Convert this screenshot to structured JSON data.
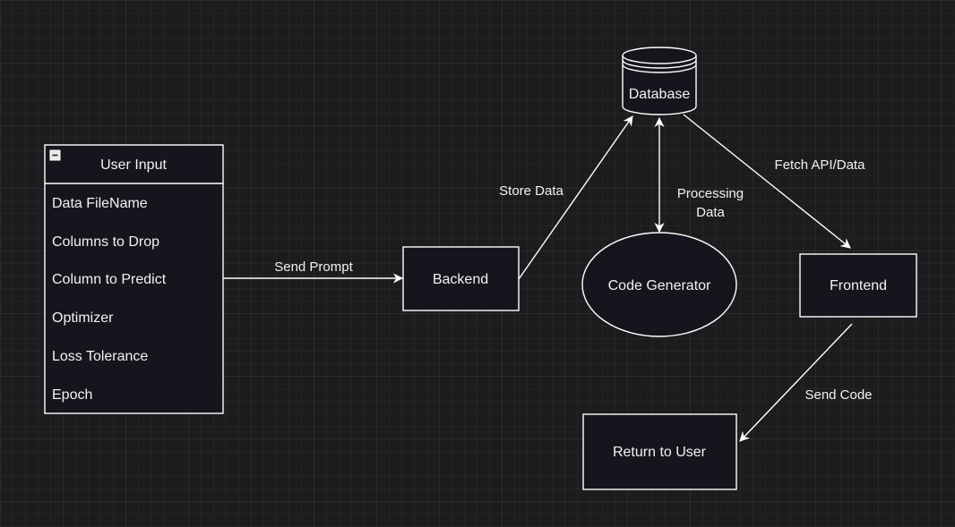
{
  "entity": {
    "title": "User Input",
    "fields": [
      "Data FileName",
      "Columns to Drop",
      "Column to Predict",
      "Optimizer",
      "Loss Tolerance",
      "Epoch"
    ]
  },
  "nodes": {
    "backend": "Backend",
    "database": "Database",
    "code_generator": "Code Generator",
    "frontend": "Frontend",
    "return_to_user": "Return to User"
  },
  "edges": {
    "send_prompt": "Send Prompt",
    "store_data": "Store Data",
    "processing_line1": "Processing",
    "processing_line2": "Data",
    "fetch_api": "Fetch API/Data",
    "send_code": "Send Code"
  },
  "colors": {
    "background": "#1c1c1e",
    "grid_minor": "#2c2c2e",
    "grid_major": "#3a3a3c",
    "shape_fill": "#18141d",
    "stroke": "#ffffff",
    "text": "#f2f2f2"
  }
}
